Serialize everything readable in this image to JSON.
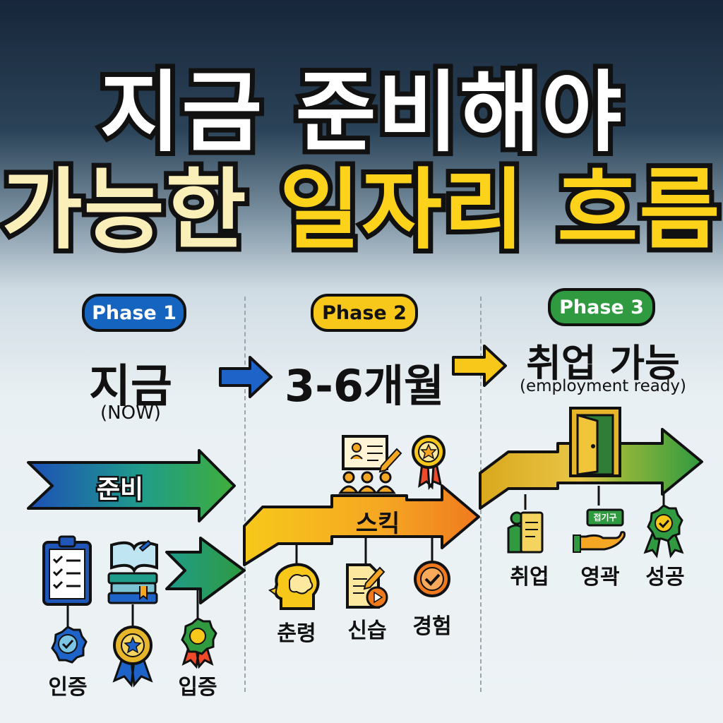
{
  "title": {
    "line1": "지금 준비해야",
    "line2_part1": "가능한",
    "line2_part2": "일자리 흐름"
  },
  "phases": [
    {
      "badge": "Phase 1",
      "heading": "지금",
      "subheading": "(NOW)",
      "band_label": "준비",
      "color": "#1565c0",
      "items": [
        "인증",
        "입증"
      ]
    },
    {
      "badge": "Phase 2",
      "heading": "3-6개월",
      "band_label": "스킥",
      "color": "#f7c81a",
      "items": [
        "춘령",
        "신습",
        "경험"
      ]
    },
    {
      "badge": "Phase 3",
      "heading": "취업 가능",
      "subheading": "(employment ready)",
      "color": "#2f9a3f",
      "items": [
        "취업",
        "영곽",
        "성공"
      ],
      "sign_text": "접기구"
    }
  ],
  "colors": {
    "blue": "#1565c0",
    "yellow": "#f7c81a",
    "green": "#2f9a3f",
    "orange": "#ef7a1e",
    "teal": "#1f9c8a"
  }
}
